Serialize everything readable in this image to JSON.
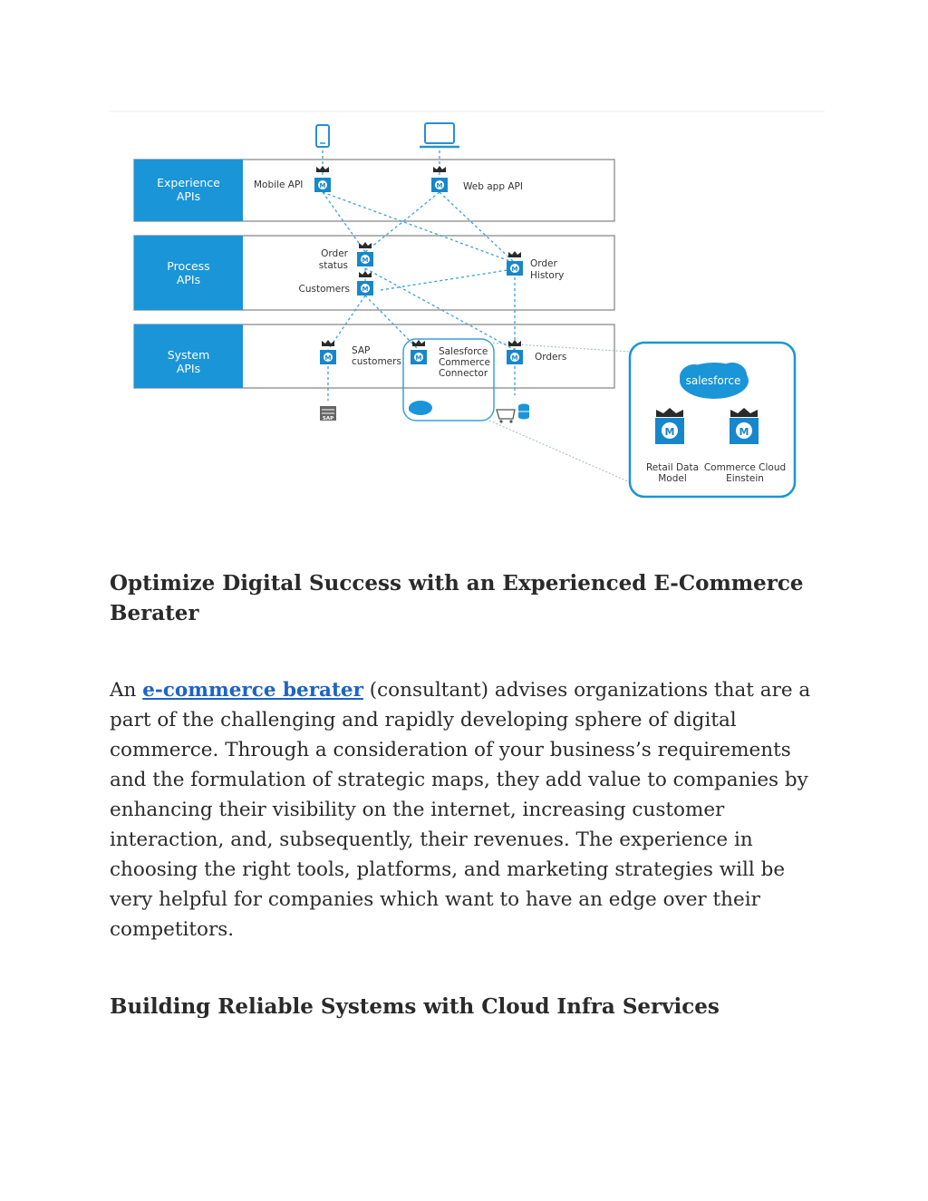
{
  "diagram": {
    "layers": [
      {
        "line1": "Experience",
        "line2": "APIs"
      },
      {
        "line1": "Process",
        "line2": "APIs"
      },
      {
        "line1": "System",
        "line2": "APIs"
      }
    ],
    "nodes": {
      "mobile_api": "Mobile API",
      "web_app_api": "Web app API",
      "order_status_1": "Order",
      "order_status_2": "status",
      "customers": "Customers",
      "order_history_1": "Order",
      "order_history_2": "History",
      "sap_customers_1": "SAP",
      "sap_customers_2": "customers",
      "sf_connector_1": "Salesforce",
      "sf_connector_2": "Commerce",
      "sf_connector_3": "Connector",
      "orders": "Orders",
      "retail_data_model_1": "Retail Data",
      "retail_data_model_2": "Model",
      "commerce_cloud_einstein_1": "Commerce Cloud",
      "commerce_cloud_einstein_2": "Einstein"
    },
    "logos": {
      "salesforce": "salesforce",
      "mulesoft_letter": "M",
      "sap": "SAP"
    },
    "colors": {
      "layer_blue": "#1a95d8",
      "line_blue": "#3aa0d8",
      "node_blue": "#1787cc"
    }
  },
  "article": {
    "heading1": "Optimize Digital Success with an Experienced E-Commerce Berater",
    "para_prefix": "An ",
    "link_text": "e-commerce berater",
    "para_body": " (consultant) advises organizations that are a part of the challenging and rapidly developing sphere of digital commerce. Through a consideration of your business’s requirements and the formulation of strategic maps, they add value to companies by enhancing their visibility on the internet, increasing customer interaction, and, subsequently, their revenues. The experience in choosing the right tools, platforms, and marketing strategies will be very helpful for companies which want to have an edge over their competitors.",
    "heading2": "Building Reliable Systems with Cloud Infra Services"
  }
}
